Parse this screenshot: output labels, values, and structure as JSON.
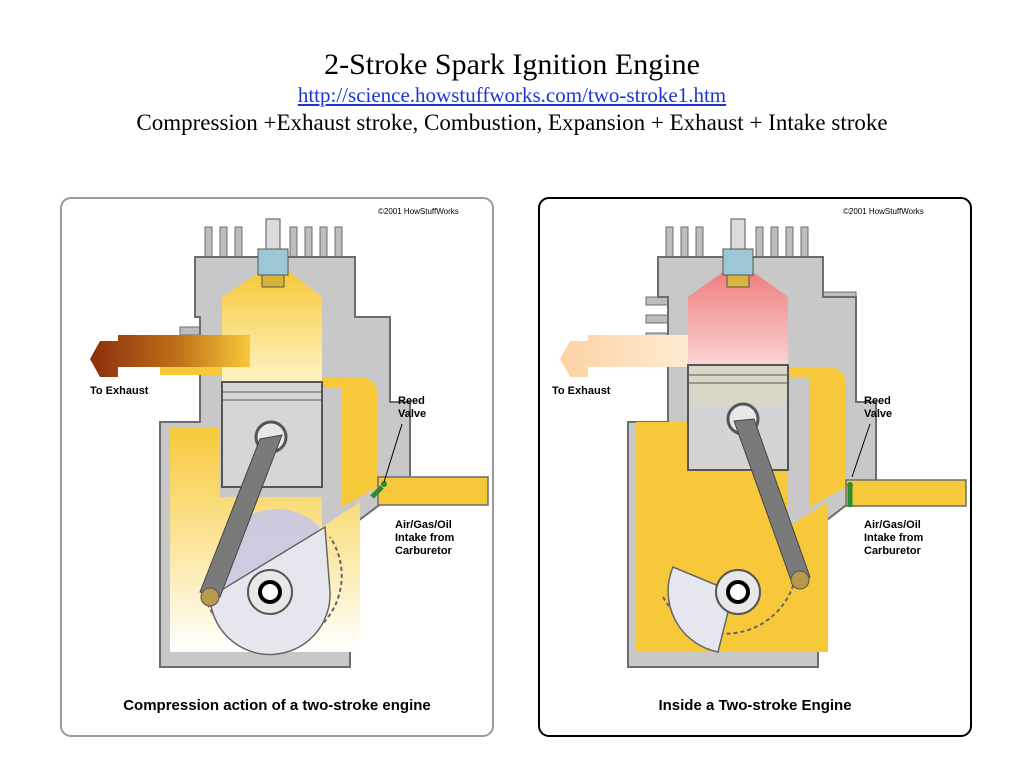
{
  "title": "2-Stroke Spark Ignition Engine",
  "link": "http://science.howstuffworks.com/two-stroke1.htm",
  "subtitle": "Compression +Exhaust stroke, Combustion, Expansion + Exhaust + Intake stroke",
  "panels": [
    {
      "copyright": "©2001 HowStuffWorks",
      "labels": {
        "exhaust": "To Exhaust",
        "reed_valve": "Reed\nValve",
        "intake": "Air/Gas/Oil\nIntake from\nCarburetor"
      },
      "caption": "Compression action of a two-stroke engine"
    },
    {
      "copyright": "©2001 HowStuffWorks",
      "labels": {
        "exhaust": "To Exhaust",
        "reed_valve": "Reed\nValve",
        "intake": "Air/Gas/Oil\nIntake from\nCarburetor"
      },
      "caption": "Inside a Two-stroke Engine"
    }
  ],
  "colors": {
    "fuel_mixture": "#f7c93a",
    "combustion": "#f08a8a",
    "exhaust_arrow": "#8b2e0d",
    "reed_valve": "#2e8b2e",
    "metal": "#c8c8c8"
  }
}
